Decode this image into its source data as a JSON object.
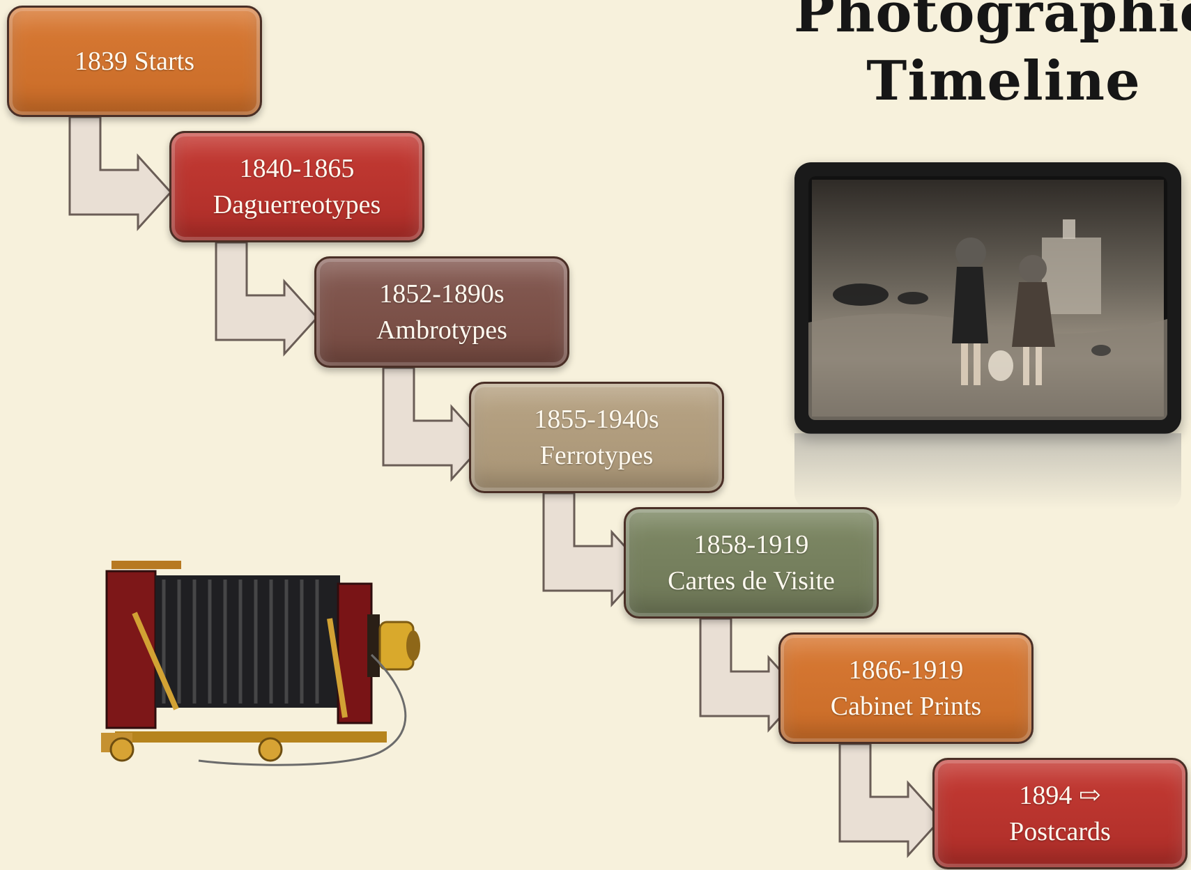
{
  "title": {
    "line1": "Photographic",
    "line2": "Timeline"
  },
  "steps": [
    {
      "line1": "1839 Starts",
      "line2": ""
    },
    {
      "line1": "1840-1865",
      "line2": "Daguerreotypes"
    },
    {
      "line1": "1852-1890s",
      "line2": "Ambrotypes"
    },
    {
      "line1": "1855-1940s",
      "line2": "Ferrotypes"
    },
    {
      "line1": "1858-1919",
      "line2": "Cartes de Visite"
    },
    {
      "line1": "1866-1919",
      "line2": "Cabinet Prints"
    },
    {
      "line1": "1894 ⇨",
      "line2": "Postcards"
    }
  ],
  "colors": {
    "background": "#f7f1dc",
    "orange": "#c86b27",
    "red": "#ad2d28",
    "brown": "#73483f",
    "tan": "#a89475",
    "green": "#6d7656"
  },
  "icons": {
    "photo": "vintage-photo-icon",
    "camera": "bellows-camera-icon"
  }
}
